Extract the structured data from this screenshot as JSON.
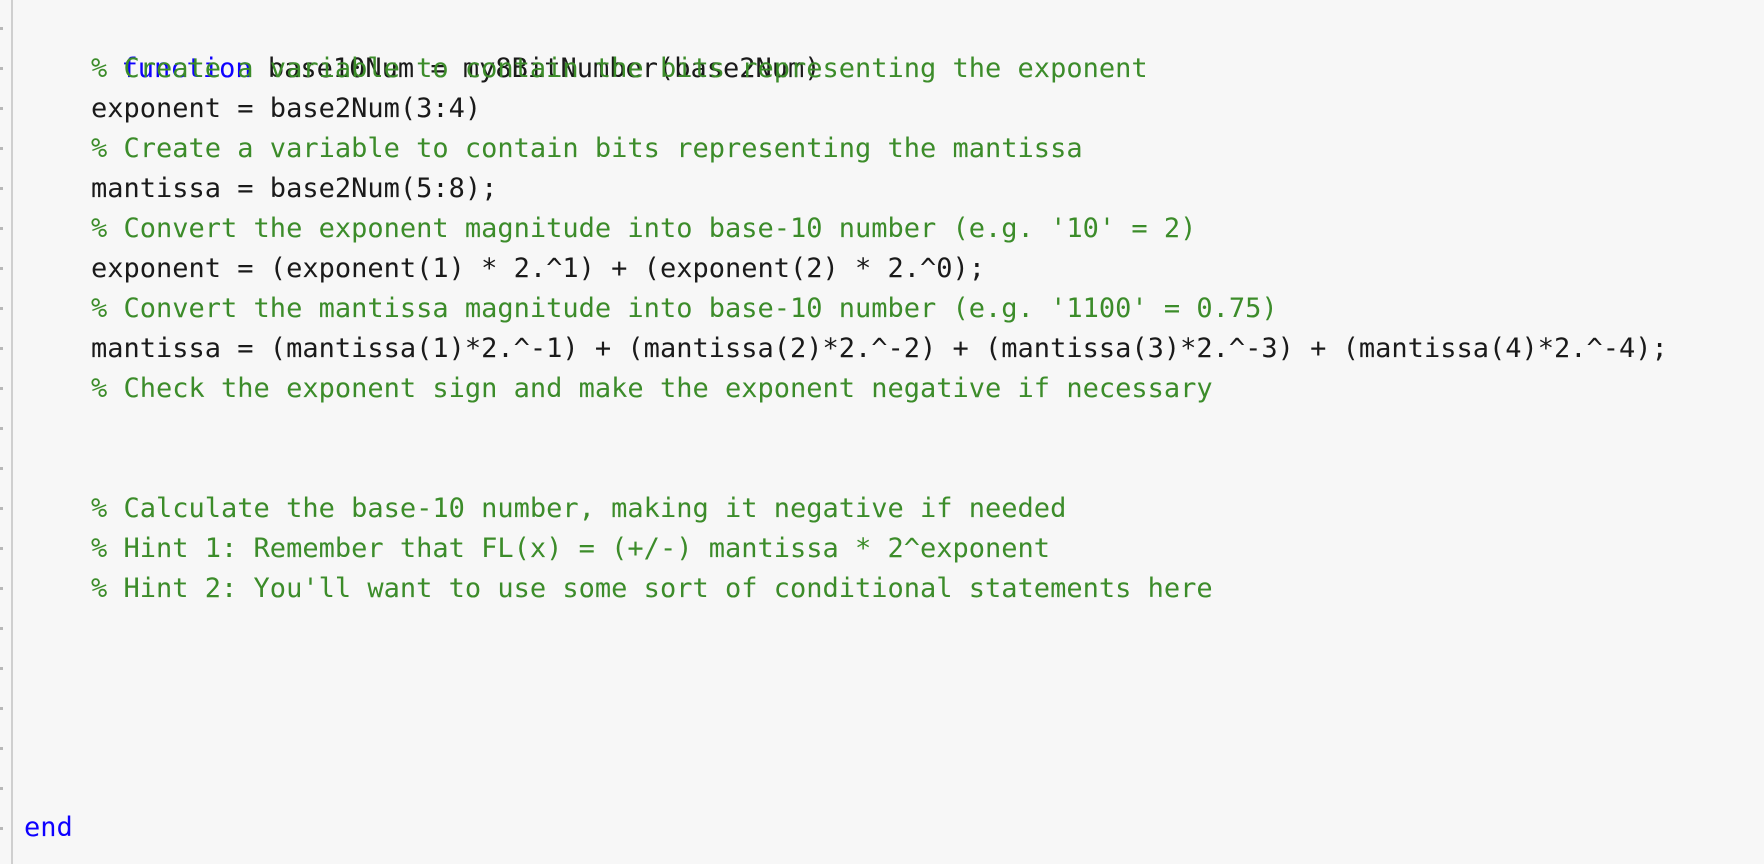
{
  "editor": {
    "lines": [
      {
        "kind": "header",
        "keyword": "function",
        "text": " base10Num = my8BitNumber(base2Num)"
      },
      {
        "kind": "comment",
        "text": "% Create a variable to contain the bits representing the exponent"
      },
      {
        "kind": "code",
        "text": "exponent = base2Num(3:4)"
      },
      {
        "kind": "comment",
        "text": "% Create a variable to contain bits representing the mantissa"
      },
      {
        "kind": "code",
        "text": "mantissa = base2Num(5:8);"
      },
      {
        "kind": "comment",
        "text": "% Convert the exponent magnitude into base-10 number (e.g. '10' = 2)"
      },
      {
        "kind": "code",
        "text": "exponent = (exponent(1) * 2.^1) + (exponent(2) * 2.^0);"
      },
      {
        "kind": "comment",
        "text": "% Convert the mantissa magnitude into base-10 number (e.g. '1100' = 0.75)"
      },
      {
        "kind": "code",
        "text": "mantissa = (mantissa(1)*2.^-1) + (mantissa(2)*2.^-2) + (mantissa(3)*2.^-3) + (mantissa(4)*2.^-4);"
      },
      {
        "kind": "comment",
        "text": "% Check the exponent sign and make the exponent negative if necessary"
      },
      {
        "kind": "blank",
        "text": ""
      },
      {
        "kind": "blank",
        "text": ""
      },
      {
        "kind": "comment",
        "text": "% Calculate the base-10 number, making it negative if needed"
      },
      {
        "kind": "comment",
        "text": "% Hint 1: Remember that FL(x) = (+/-) mantissa * 2^exponent"
      },
      {
        "kind": "comment",
        "text": "% Hint 2: You'll want to use some sort of conditional statements here"
      }
    ],
    "end_keyword": "end"
  },
  "colors": {
    "background": "#f7f7f7",
    "keyword": "#0e00ff",
    "comment": "#3c8c2a",
    "code": "#1a1a1a"
  }
}
